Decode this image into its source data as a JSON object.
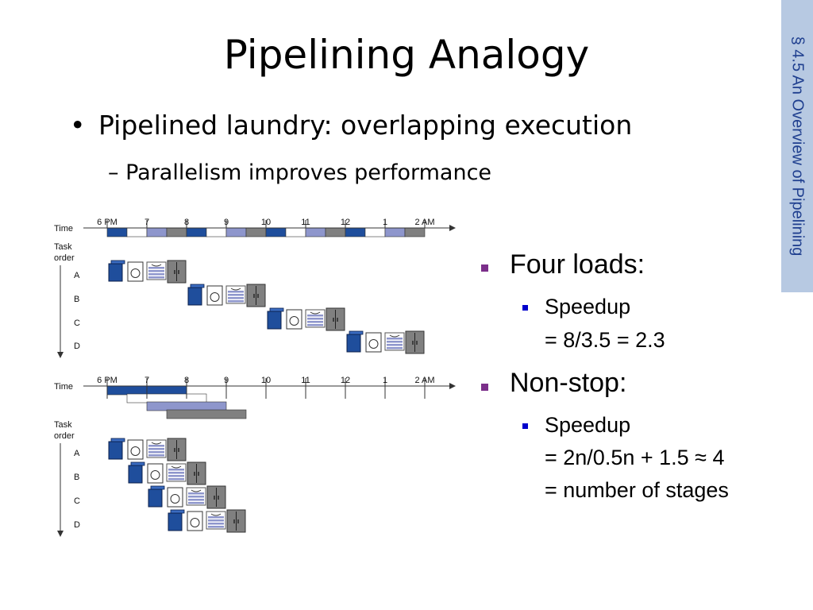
{
  "title": "Pipelining Analogy",
  "section_tab": "§ 4.5 An Overview of Pipelining",
  "bullets": {
    "main": "Pipelined laundry: overlapping execution",
    "sub": "– Parallelism improves performance"
  },
  "right_panel": {
    "four_loads": {
      "label": "Four loads:",
      "speedup": "Speedup",
      "formula": "= 8/3.5 = 2.3"
    },
    "non_stop": {
      "label": "Non-stop:",
      "speedup": "Speedup",
      "formula": "= 2n/0.5n + 1.5 ≈ 4",
      "note": "= number of stages"
    }
  },
  "diagram": {
    "time_label": "Time",
    "task_order_label": [
      "Task",
      "order"
    ],
    "time_ticks": [
      "6 PM",
      "7",
      "8",
      "9",
      "10",
      "11",
      "12",
      "1",
      "2 AM"
    ],
    "tasks": [
      "A",
      "B",
      "C",
      "D"
    ],
    "colors": {
      "wash": "#1f4e9c",
      "dry": "#ffffff",
      "fold": "#8e96cc",
      "store": "#808080"
    },
    "stage_icons": [
      "washer-icon",
      "dryer-icon",
      "folded-clothes-icon",
      "closet-icon"
    ],
    "sequential": {
      "timeline": [
        "wash",
        "dry",
        "fold",
        "store",
        "wash",
        "dry",
        "fold",
        "store",
        "wash",
        "dry",
        "fold",
        "store",
        "wash",
        "dry",
        "fold",
        "store"
      ],
      "task_start_hours": [
        0,
        2,
        4,
        6
      ]
    },
    "pipelined": {
      "task_start_hours": [
        0,
        0.5,
        1,
        1.5
      ]
    }
  }
}
